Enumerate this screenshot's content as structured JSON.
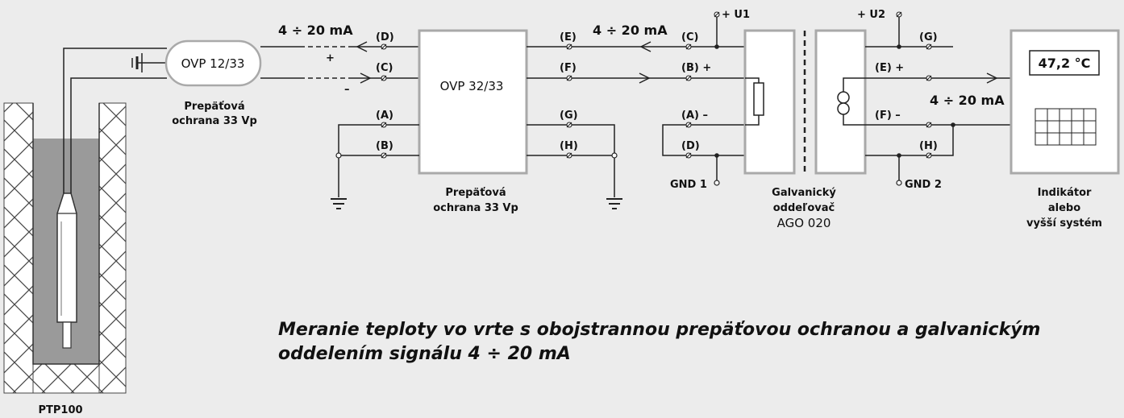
{
  "sensor": {
    "name": "PTP100"
  },
  "ovp1": {
    "label": "OVP 12/33",
    "caption_line1": "Prepäťová",
    "caption_line2": "ochrana 33 Vp"
  },
  "ovp2": {
    "label": "OVP 32/33",
    "caption_line1": "Prepäťová",
    "caption_line2": "ochrana 33 Vp"
  },
  "isolator": {
    "caption_line1": "Galvanický",
    "caption_line2": "oddeľovač",
    "caption_line3": "AGO 020"
  },
  "indicator": {
    "display": "47,2 °C",
    "caption_line1": "Indikátor",
    "caption_line2": "alebo",
    "caption_line3": "vyšší systém"
  },
  "signals": {
    "loop1": "4 ÷ 20 mA",
    "loop2": "4 ÷ 20 mA",
    "loop3": "4 ÷ 20 mA"
  },
  "supply": {
    "u1": "+ U1",
    "u2": "+ U2",
    "gnd1": "GND 1",
    "gnd2": "GND 2"
  },
  "polarity": {
    "plus": "+",
    "minus": "–"
  },
  "terminals": {
    "ovp2_in_d": "(D)",
    "ovp2_in_c": "(C)",
    "ovp2_in_a": "(A)",
    "ovp2_in_b": "(B)",
    "ovp2_out_e": "(E)",
    "ovp2_out_f": "(F)",
    "ovp2_out_g": "(G)",
    "ovp2_out_h": "(H)",
    "iso_in_c": "(C)",
    "iso_in_b": "(B) +",
    "iso_in_a": "(A) –",
    "iso_in_d": "(D)",
    "iso_out_g": "(G)",
    "iso_out_e": "(E) +",
    "iso_out_f": "(F) –",
    "iso_out_h": "(H)"
  },
  "description": {
    "line1": "Meranie teploty vo vrte s obojstrannou prepäťovou ochranou a galvanickým",
    "line2": "oddelením signálu 4 ÷ 20 mA"
  }
}
